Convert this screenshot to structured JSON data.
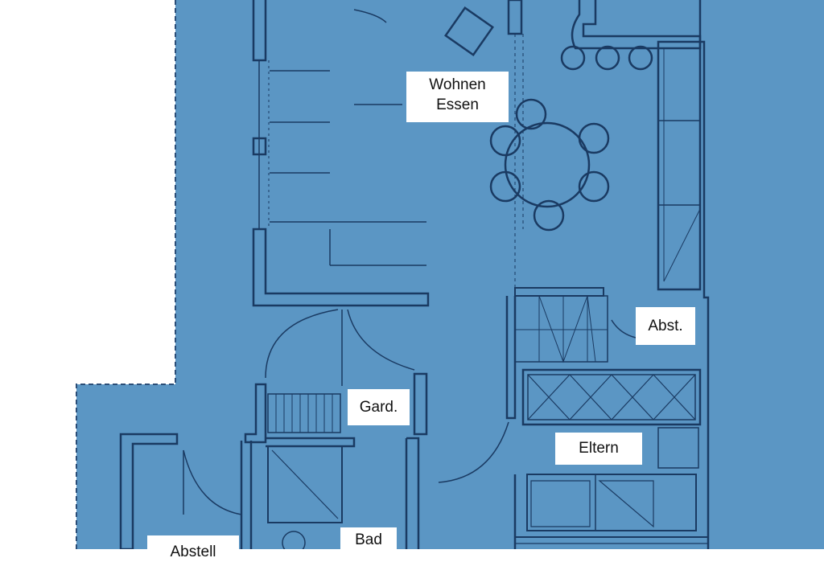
{
  "plan": {
    "colors": {
      "paper": "#5b96c4",
      "ink": "#1a3a62",
      "outside": "#ffffff",
      "label_bg": "#ffffff"
    },
    "rooms": {
      "wohnen_essen": {
        "line1": "Wohnen",
        "line2": "Essen"
      },
      "abst": "Abst.",
      "gard": "Gard.",
      "eltern": "Eltern",
      "bad": "Bad",
      "abstell": "Abstell"
    }
  }
}
